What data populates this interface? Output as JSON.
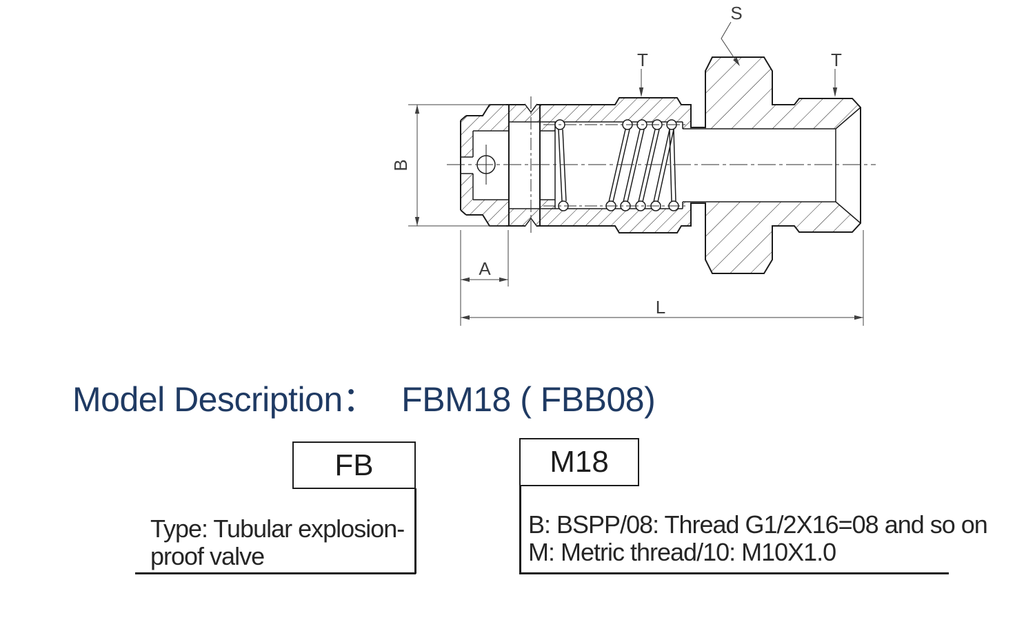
{
  "drawing": {
    "description": "Cross-section engineering drawing of tubular explosion-proof valve",
    "labels": {
      "dim_b": "B",
      "dim_a": "A",
      "dim_l": "L",
      "thread_t_left": "T",
      "thread_t_right": "T",
      "hex_s": "S"
    }
  },
  "model_description": {
    "heading_label": "Model Description：",
    "heading_value": "FBM18 ( FBB08)",
    "heading_color": "#1f3a63",
    "line_color": "#1b1b1b",
    "parts": [
      {
        "code": "FB",
        "lines": [
          "Type: Tubular explosion-",
          "proof valve"
        ]
      },
      {
        "code": "M18",
        "lines": [
          "B: BSPP/08: Thread G1/2X16=08 and so on",
          "M: Metric thread/10: M10X1.0"
        ]
      }
    ]
  }
}
